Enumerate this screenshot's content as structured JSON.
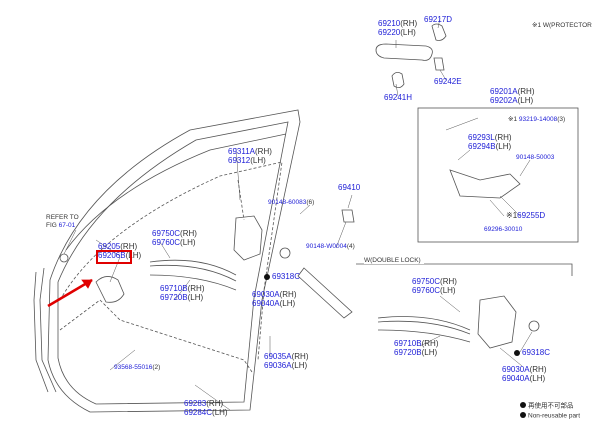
{
  "colors": {
    "part_number": "#1b1bd6",
    "text": "#333333",
    "line": "#555555",
    "highlight": "#e00000"
  },
  "header": {
    "protector_note": "※1 W(PROTECTOR"
  },
  "refer": {
    "line1": "REFER TO",
    "line2_prefix": "FIG ",
    "line2_num": "67-01"
  },
  "parts": {
    "p69210": {
      "num": "69210",
      "suf": "(RH)"
    },
    "p69220": {
      "num": "69220",
      "suf": "(LH)"
    },
    "p69217": {
      "num": "69217D"
    },
    "p69241": {
      "num": "69241H"
    },
    "p69242": {
      "num": "69242E"
    },
    "p69201": {
      "num": "69201A",
      "suf": "(RH)"
    },
    "p69202": {
      "num": "69202A",
      "suf": "(LH)"
    },
    "p93219": {
      "num": "93219-14008",
      "suf": "(3)",
      "mark": "※1"
    },
    "p69293": {
      "num": "69293L",
      "suf": "(RH)"
    },
    "p69294": {
      "num": "69294B",
      "suf": "(LH)"
    },
    "p90148a": {
      "num": "90148-50003"
    },
    "p69255": {
      "num": "69255D",
      "mark": "※1"
    },
    "p69296": {
      "num": "69296-30010"
    },
    "p69311": {
      "num": "69311A",
      "suf": "(RH)"
    },
    "p69312": {
      "num": "69312",
      "suf": "(LH)"
    },
    "p69410": {
      "num": "69410"
    },
    "p90148b": {
      "num": "90148-60083",
      "suf": "(6)"
    },
    "p90148c": {
      "num": "90148-W0004",
      "suf": "(4)"
    },
    "p69205": {
      "num": "69205",
      "suf": "(RH)"
    },
    "p69206": {
      "num": "69206B",
      "suf": "(LH)"
    },
    "p69750a": {
      "num": "69750C",
      "suf": "(RH)"
    },
    "p69760a": {
      "num": "69760C",
      "suf": "(LH)"
    },
    "p69710a": {
      "num": "69710B",
      "suf": "(RH)"
    },
    "p69720a": {
      "num": "69720B",
      "suf": "(LH)"
    },
    "p69318a": {
      "num": "69318C"
    },
    "p69030a": {
      "num": "69030A",
      "suf": "(RH)"
    },
    "p69040a": {
      "num": "69040A",
      "suf": "(LH)"
    },
    "p93568": {
      "num": "93568-55016",
      "suf": "(2)"
    },
    "p69035": {
      "num": "69035A",
      "suf": "(RH)"
    },
    "p69036": {
      "num": "69036A",
      "suf": "(LH)"
    },
    "p69283": {
      "num": "69283",
      "suf": "(RH)"
    },
    "p69284": {
      "num": "69284C",
      "suf": "(LH)"
    },
    "p69750b": {
      "num": "69750C",
      "suf": "(RH)"
    },
    "p69760b": {
      "num": "69760C",
      "suf": "(LH)"
    },
    "p69710b": {
      "num": "69710B",
      "suf": "(RH)"
    },
    "p69720b": {
      "num": "69720B",
      "suf": "(LH)"
    },
    "p69318b": {
      "num": "69318C"
    },
    "p69030b": {
      "num": "69030A",
      "suf": "(RH)"
    },
    "p69040b": {
      "num": "69040A",
      "suf": "(LH)"
    }
  },
  "double_lock": {
    "title": "W(DOUBLE LOCK)"
  },
  "legend": {
    "jp": "再使用不可部品",
    "en": "Non-reusable part"
  }
}
